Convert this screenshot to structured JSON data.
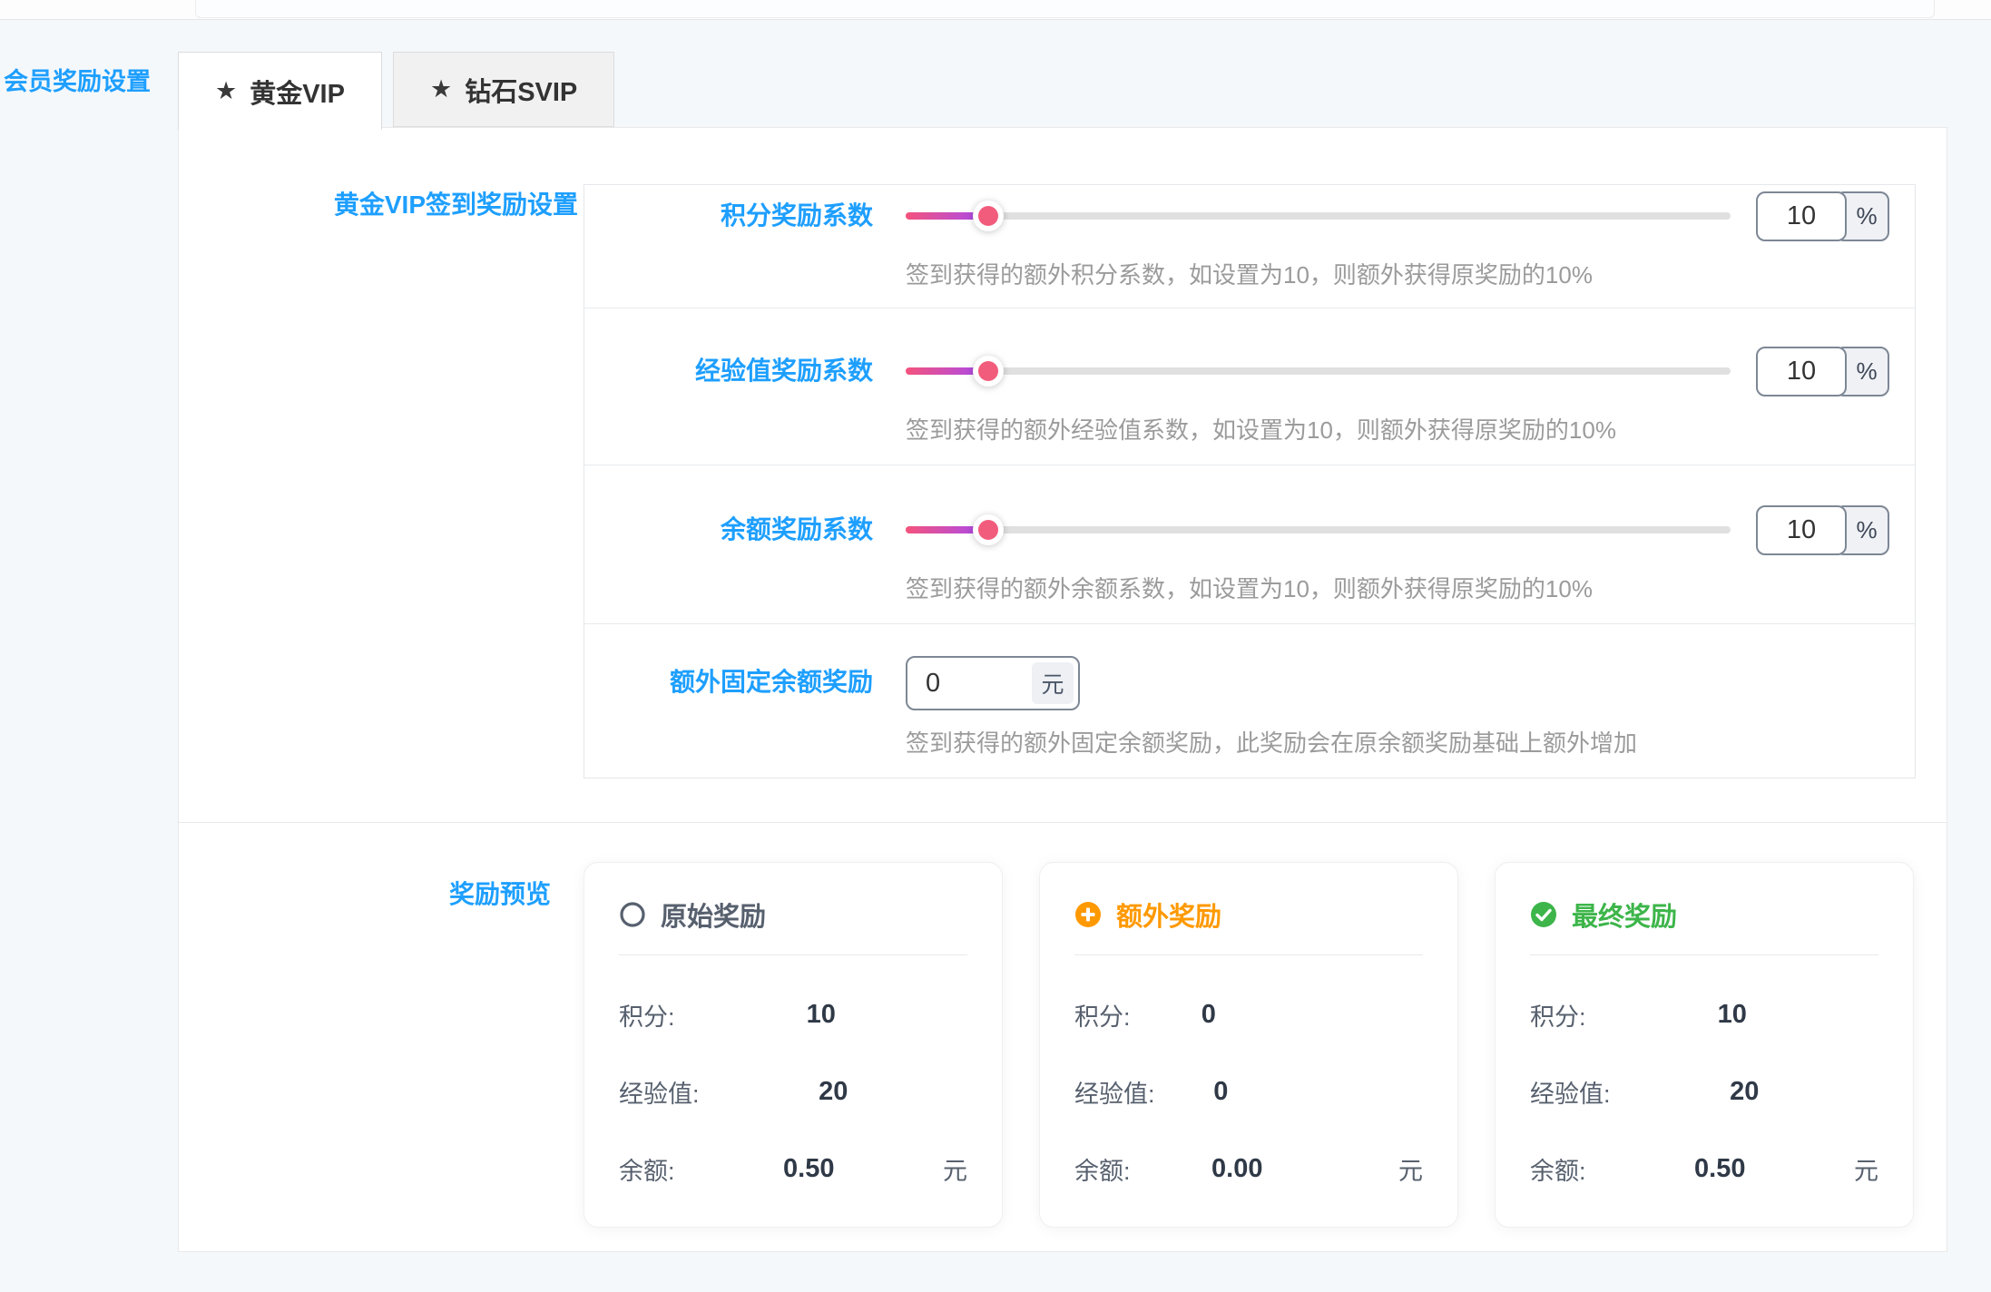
{
  "page": {
    "title": "会员奖励设置"
  },
  "icons": {
    "star": "★",
    "percent": "%"
  },
  "tabs": [
    {
      "label": "黄金VIP",
      "active": true
    },
    {
      "label": "钻石SVIP",
      "active": false
    }
  ],
  "form": {
    "section_title": "黄金VIP签到奖励设置",
    "rows": [
      {
        "label": "积分奖励系数",
        "type": "slider",
        "value": "10",
        "unit": "%",
        "percent": 10,
        "help": "签到获得的额外积分系数，如设置为10，则额外获得原奖励的10%"
      },
      {
        "label": "经验值奖励系数",
        "type": "slider",
        "value": "10",
        "unit": "%",
        "percent": 10,
        "help": "签到获得的额外经验值系数，如设置为10，则额外获得原奖励的10%"
      },
      {
        "label": "余额奖励系数",
        "type": "slider",
        "value": "10",
        "unit": "%",
        "percent": 10,
        "help": "签到获得的额外余额系数，如设置为10，则额外获得原奖励的10%"
      },
      {
        "label": "额外固定余额奖励",
        "type": "input",
        "value": "0",
        "unit": "元",
        "help": "签到获得的额外固定余额奖励，此奖励会在原余额奖励基础上额外增加"
      }
    ]
  },
  "preview": {
    "section_title": "奖励预览",
    "cards": [
      {
        "title": "原始奖励",
        "icon": "circle-outline",
        "color": "#57606e",
        "rows": [
          {
            "label": "积分:",
            "value": "10",
            "unit": ""
          },
          {
            "label": "经验值:",
            "value": "20",
            "unit": ""
          },
          {
            "label": "余额:",
            "value": "0.50",
            "unit": "元"
          }
        ]
      },
      {
        "title": "额外奖励",
        "icon": "plus-circle",
        "color": "#ff9900",
        "rows": [
          {
            "label": "积分:",
            "value": "0",
            "unit": ""
          },
          {
            "label": "经验值:",
            "value": "0",
            "unit": ""
          },
          {
            "label": "余额:",
            "value": "0.00",
            "unit": "元"
          }
        ]
      },
      {
        "title": "最终奖励",
        "icon": "check-circle",
        "color": "#3db54a",
        "rows": [
          {
            "label": "积分:",
            "value": "10",
            "unit": ""
          },
          {
            "label": "经验值:",
            "value": "20",
            "unit": ""
          },
          {
            "label": "余额:",
            "value": "0.50",
            "unit": "元"
          }
        ]
      }
    ],
    "colors": {
      "accent_blue": "#1E9FFF",
      "slider_from": "#f4537c",
      "slider_to": "#a74af0",
      "thumb": "#f25c7c",
      "orange": "#ff9900",
      "green": "#3db54a",
      "slate": "#57606e"
    }
  }
}
